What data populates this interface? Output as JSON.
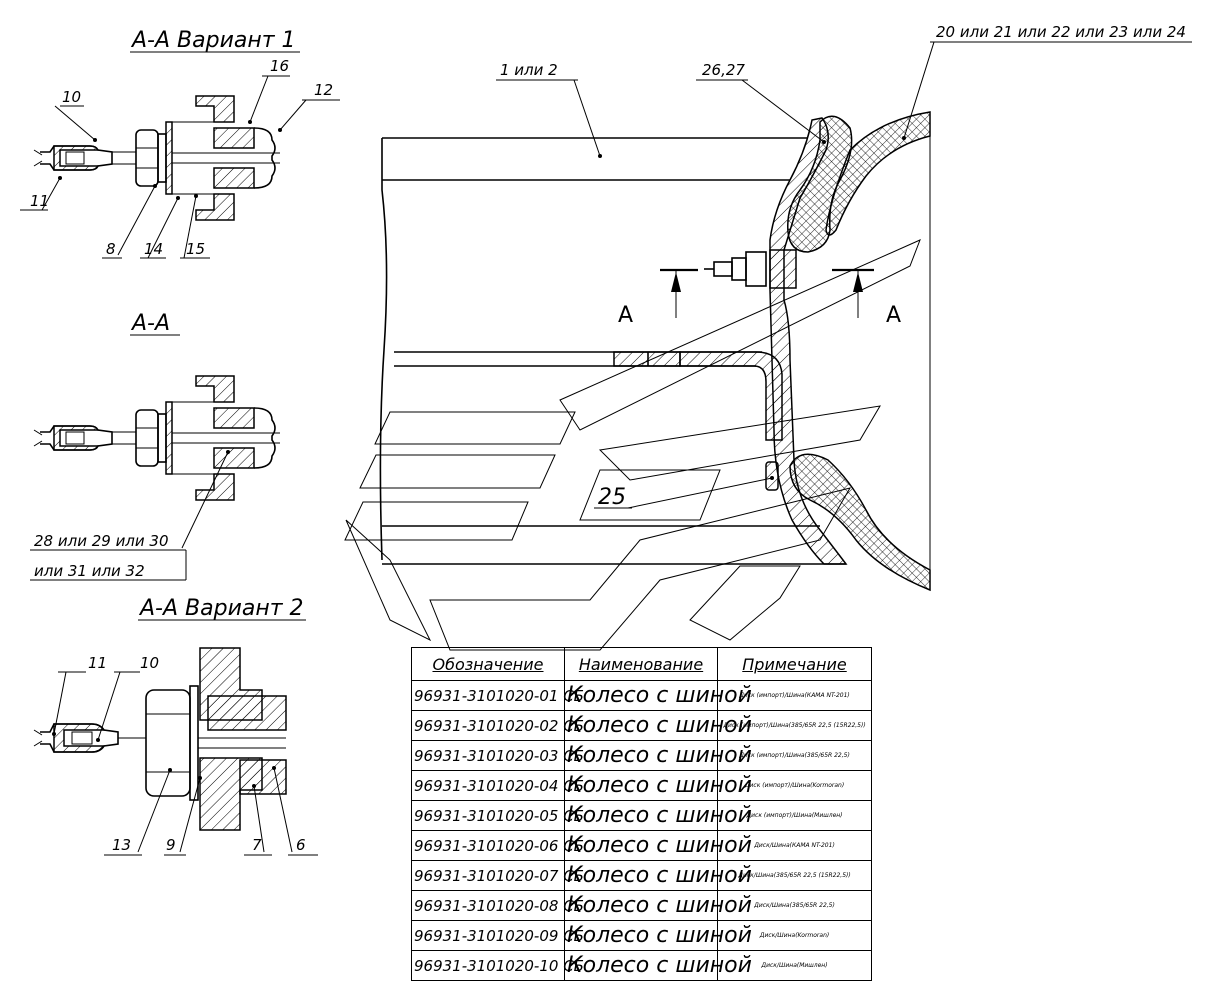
{
  "views": {
    "v1_title": "А-А Вариант 1",
    "aa_title": "А-А",
    "v2_title": "А-А Вариант 2"
  },
  "callouts": {
    "c16": "16",
    "c12": "12",
    "c10": "10",
    "c11": "11",
    "c8": "8",
    "c14": "14",
    "c15": "15",
    "c28_32_line1": "28 или 29 или 30",
    "c28_32_line2": "или 31 или 32",
    "v2_c11": "11",
    "v2_c10": "10",
    "v2_c13": "13",
    "v2_c9": "9",
    "v2_c7": "7",
    "v2_c6": "6",
    "c1_2": "1 или 2",
    "c26_27": "26,27",
    "c20_24": "20 или 21 или 22 или 23 или 24",
    "c25": "25"
  },
  "section_mark": {
    "left": "А",
    "right": "А"
  },
  "spec_table": {
    "headers": [
      "Обозначение",
      "Наименование",
      "Примечание"
    ],
    "rows": [
      [
        "96931-3101020-01 СБ",
        "Колесо с шиной",
        "Диск (импорт)/Шина(КАМА NT-201)"
      ],
      [
        "96931-3101020-02 СБ",
        "Колесо с шиной",
        "Диск (импорт)/Шина(385/65R 22,5 (15R22,5))"
      ],
      [
        "96931-3101020-03 СБ",
        "Колесо с шиной",
        "Диск (импорт)/Шина(385/65R 22,5)"
      ],
      [
        "96931-3101020-04 СБ",
        "Колесо с шиной",
        "Диск (импорт)/Шина(Kormoran)"
      ],
      [
        "96931-3101020-05 СБ",
        "Колесо с шиной",
        "Диск (импорт)/Шина(Мишлен)"
      ],
      [
        "96931-3101020-06 СБ",
        "Колесо с шиной",
        "Диск/Шина(КАМА NT-201)"
      ],
      [
        "96931-3101020-07 СБ",
        "Колесо с шиной",
        "Диск/Шина(385/65R 22,5 (15R22,5))"
      ],
      [
        "96931-3101020-08 СБ",
        "Колесо с шиной",
        "Диск/Шина(385/65R 22,5)"
      ],
      [
        "96931-3101020-09 СБ",
        "Колесо с шиной",
        "Диск/Шина(Kormoran)"
      ],
      [
        "96931-3101020-10 СБ",
        "Колесо с шиной",
        "Диск/Шина(Мишлен)"
      ]
    ]
  }
}
